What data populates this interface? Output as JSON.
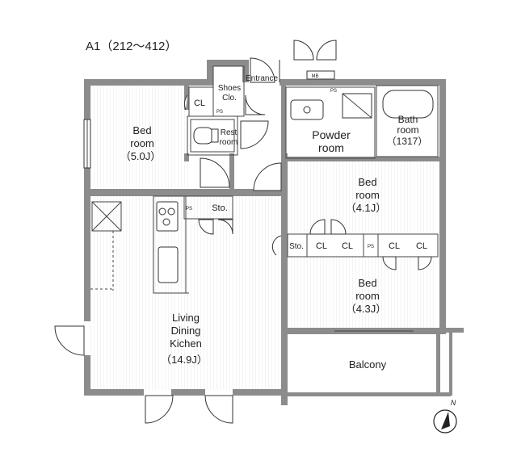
{
  "title": "A1（212～412）",
  "colors": {
    "wall": "#8c8c8c",
    "line": "#333333",
    "floor_line": "#e6e6e6"
  },
  "rooms": {
    "bed1": {
      "name": "Bed\nroom",
      "size": "（5.0J）"
    },
    "shoes": {
      "name": "Shoes\nClo."
    },
    "entrance": {
      "name": "Entrance"
    },
    "rest": {
      "name": "Rest\nroom"
    },
    "powder": {
      "name": "Powder\nroom"
    },
    "bath": {
      "name": "Bath\nroom",
      "size": "（1317）"
    },
    "bed2": {
      "name": "Bed\nroom",
      "size": "（4.1J）"
    },
    "bed3": {
      "name": "Bed\nroom",
      "size": "（4.3J）"
    },
    "ldk": {
      "name": "Living\nDining\nKichen",
      "size": "（14.9J）"
    },
    "balcony": {
      "name": "Balcony"
    }
  },
  "tags": {
    "cl": "CL",
    "sto": "Sto.",
    "ps": "PS",
    "mb": "MB"
  },
  "compass": "N"
}
